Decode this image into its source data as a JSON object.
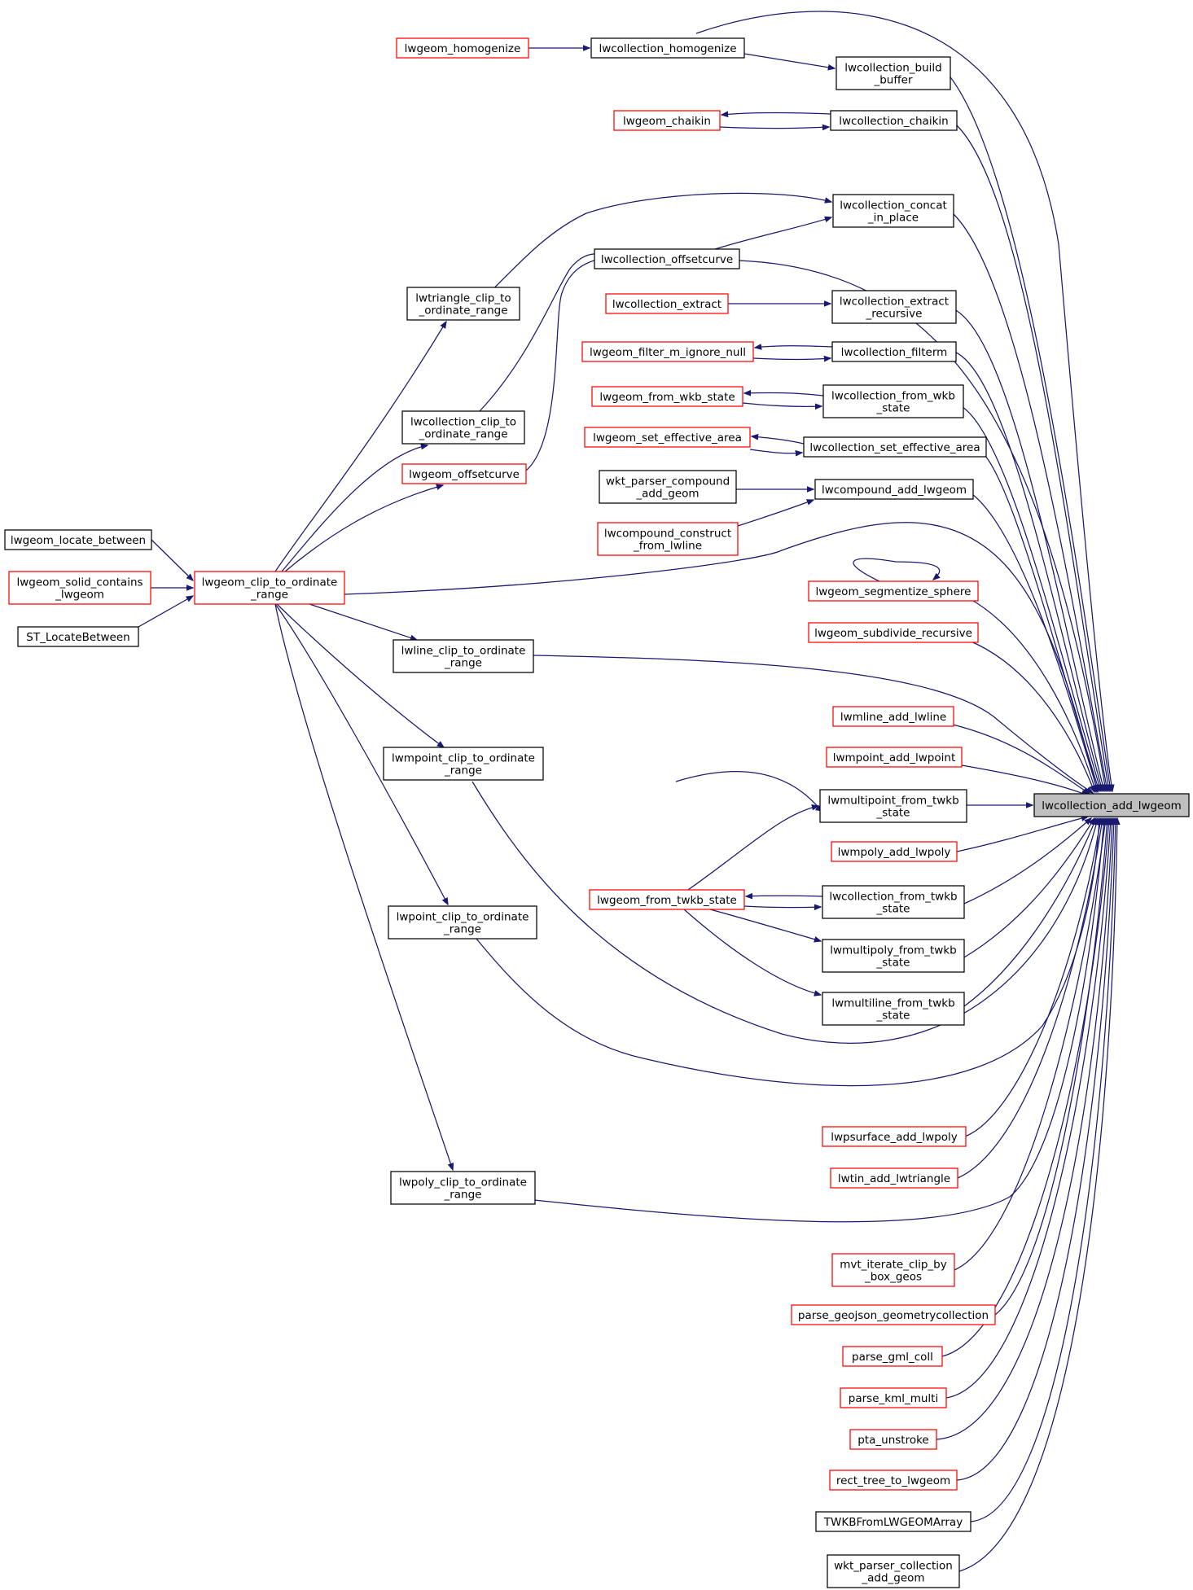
{
  "colors": {
    "edge": "#191970",
    "black_border": "#000000",
    "red_border": "#ff0000",
    "focus_fill": "#bfbfbf"
  },
  "nodes": [
    {
      "id": "target",
      "lines": [
        "lwcollection_add_lwgeom"
      ],
      "style": "focus"
    },
    {
      "id": "lwgeom_homogenize",
      "lines": [
        "lwgeom_homogenize"
      ],
      "style": "red"
    },
    {
      "id": "lwcollection_homogenize",
      "lines": [
        "lwcollection_homogenize"
      ],
      "style": "black"
    },
    {
      "id": "lwcollection_build_buffer",
      "lines": [
        "lwcollection_build",
        "_buffer"
      ],
      "style": "black"
    },
    {
      "id": "lwgeom_chaikin",
      "lines": [
        "lwgeom_chaikin"
      ],
      "style": "red"
    },
    {
      "id": "lwcollection_chaikin",
      "lines": [
        "lwcollection_chaikin"
      ],
      "style": "black"
    },
    {
      "id": "lwcollection_concat_in_place",
      "lines": [
        "lwcollection_concat",
        "_in_place"
      ],
      "style": "black"
    },
    {
      "id": "lwcollection_offsetcurve",
      "lines": [
        "lwcollection_offsetcurve"
      ],
      "style": "black"
    },
    {
      "id": "lwtriangle_clip",
      "lines": [
        "lwtriangle_clip_to",
        "_ordinate_range"
      ],
      "style": "black"
    },
    {
      "id": "lwcollection_extract",
      "lines": [
        "lwcollection_extract"
      ],
      "style": "red"
    },
    {
      "id": "lwcollection_extract_recursive",
      "lines": [
        "lwcollection_extract",
        "_recursive"
      ],
      "style": "black"
    },
    {
      "id": "lwgeom_filter_m_ignore_null",
      "lines": [
        "lwgeom_filter_m_ignore_null"
      ],
      "style": "red"
    },
    {
      "id": "lwcollection_filterm",
      "lines": [
        "lwcollection_filterm"
      ],
      "style": "black"
    },
    {
      "id": "lwgeom_from_wkb_state",
      "lines": [
        "lwgeom_from_wkb_state"
      ],
      "style": "red"
    },
    {
      "id": "lwcollection_from_wkb_state",
      "lines": [
        "lwcollection_from_wkb",
        "_state"
      ],
      "style": "black"
    },
    {
      "id": "lwcollection_clip",
      "lines": [
        "lwcollection_clip_to",
        "_ordinate_range"
      ],
      "style": "black"
    },
    {
      "id": "lwgeom_set_effective_area",
      "lines": [
        "lwgeom_set_effective_area"
      ],
      "style": "red"
    },
    {
      "id": "lwcollection_set_effective_area",
      "lines": [
        "lwcollection_set_effective_area"
      ],
      "style": "black"
    },
    {
      "id": "lwgeom_offsetcurve",
      "lines": [
        "lwgeom_offsetcurve"
      ],
      "style": "red"
    },
    {
      "id": "wkt_parser_compound_add_geom",
      "lines": [
        "wkt_parser_compound",
        "_add_geom"
      ],
      "style": "black"
    },
    {
      "id": "lwcompound_add_lwgeom",
      "lines": [
        "lwcompound_add_lwgeom"
      ],
      "style": "black"
    },
    {
      "id": "lwcompound_construct_from_lwline",
      "lines": [
        "lwcompound_construct",
        "_from_lwline"
      ],
      "style": "red"
    },
    {
      "id": "lwgeom_locate_between",
      "lines": [
        "lwgeom_locate_between"
      ],
      "style": "black"
    },
    {
      "id": "lwgeom_clip_to_ordinate_range",
      "lines": [
        "lwgeom_clip_to_ordinate",
        "_range"
      ],
      "style": "red"
    },
    {
      "id": "lwgeom_solid_contains_lwgeom",
      "lines": [
        "lwgeom_solid_contains",
        "_lwgeom"
      ],
      "style": "red"
    },
    {
      "id": "st_locatebetween",
      "lines": [
        "ST_LocateBetween"
      ],
      "style": "black"
    },
    {
      "id": "lwgeom_segmentize_sphere",
      "lines": [
        "lwgeom_segmentize_sphere"
      ],
      "style": "red"
    },
    {
      "id": "lwgeom_subdivide_recursive",
      "lines": [
        "lwgeom_subdivide_recursive"
      ],
      "style": "red"
    },
    {
      "id": "lwline_clip",
      "lines": [
        "lwline_clip_to_ordinate",
        "_range"
      ],
      "style": "black"
    },
    {
      "id": "lwmline_add_lwline",
      "lines": [
        "lwmline_add_lwline"
      ],
      "style": "red"
    },
    {
      "id": "lwmpoint_add_lwpoint",
      "lines": [
        "lwmpoint_add_lwpoint"
      ],
      "style": "red"
    },
    {
      "id": "lwmpoint_clip",
      "lines": [
        "lwmpoint_clip_to_ordinate",
        "_range"
      ],
      "style": "black"
    },
    {
      "id": "lwmultipoint_from_twkb_state",
      "lines": [
        "lwmultipoint_from_twkb",
        "_state"
      ],
      "style": "black"
    },
    {
      "id": "lwmpoly_add_lwpoly",
      "lines": [
        "lwmpoly_add_lwpoly"
      ],
      "style": "red"
    },
    {
      "id": "lwgeom_from_twkb_state",
      "lines": [
        "lwgeom_from_twkb_state"
      ],
      "style": "red"
    },
    {
      "id": "lwcollection_from_twkb_state",
      "lines": [
        "lwcollection_from_twkb",
        "_state"
      ],
      "style": "black"
    },
    {
      "id": "lwpoint_clip",
      "lines": [
        "lwpoint_clip_to_ordinate",
        "_range"
      ],
      "style": "black"
    },
    {
      "id": "lwmultipoly_from_twkb_state",
      "lines": [
        "lwmultipoly_from_twkb",
        "_state"
      ],
      "style": "black"
    },
    {
      "id": "lwmultiline_from_twkb_state",
      "lines": [
        "lwmultiline_from_twkb",
        "_state"
      ],
      "style": "black"
    },
    {
      "id": "lwpsurface_add_lwpoly",
      "lines": [
        "lwpsurface_add_lwpoly"
      ],
      "style": "red"
    },
    {
      "id": "lwtin_add_lwtriangle",
      "lines": [
        "lwtin_add_lwtriangle"
      ],
      "style": "red"
    },
    {
      "id": "lwpoly_clip",
      "lines": [
        "lwpoly_clip_to_ordinate",
        "_range"
      ],
      "style": "black"
    },
    {
      "id": "mvt_iterate_clip_by_box_geos",
      "lines": [
        "mvt_iterate_clip_by",
        "_box_geos"
      ],
      "style": "red"
    },
    {
      "id": "parse_geojson_geometrycollection",
      "lines": [
        "parse_geojson_geometrycollection"
      ],
      "style": "red"
    },
    {
      "id": "parse_gml_coll",
      "lines": [
        "parse_gml_coll"
      ],
      "style": "red"
    },
    {
      "id": "parse_kml_multi",
      "lines": [
        "parse_kml_multi"
      ],
      "style": "red"
    },
    {
      "id": "pta_unstroke",
      "lines": [
        "pta_unstroke"
      ],
      "style": "red"
    },
    {
      "id": "rect_tree_to_lwgeom",
      "lines": [
        "rect_tree_to_lwgeom"
      ],
      "style": "red"
    },
    {
      "id": "twkbfromlwgeomarray",
      "lines": [
        "TWKBFromLWGEOMArray"
      ],
      "style": "black"
    },
    {
      "id": "wkt_parser_collection_add_geom",
      "lines": [
        "wkt_parser_collection",
        "_add_geom"
      ],
      "style": "black"
    }
  ]
}
